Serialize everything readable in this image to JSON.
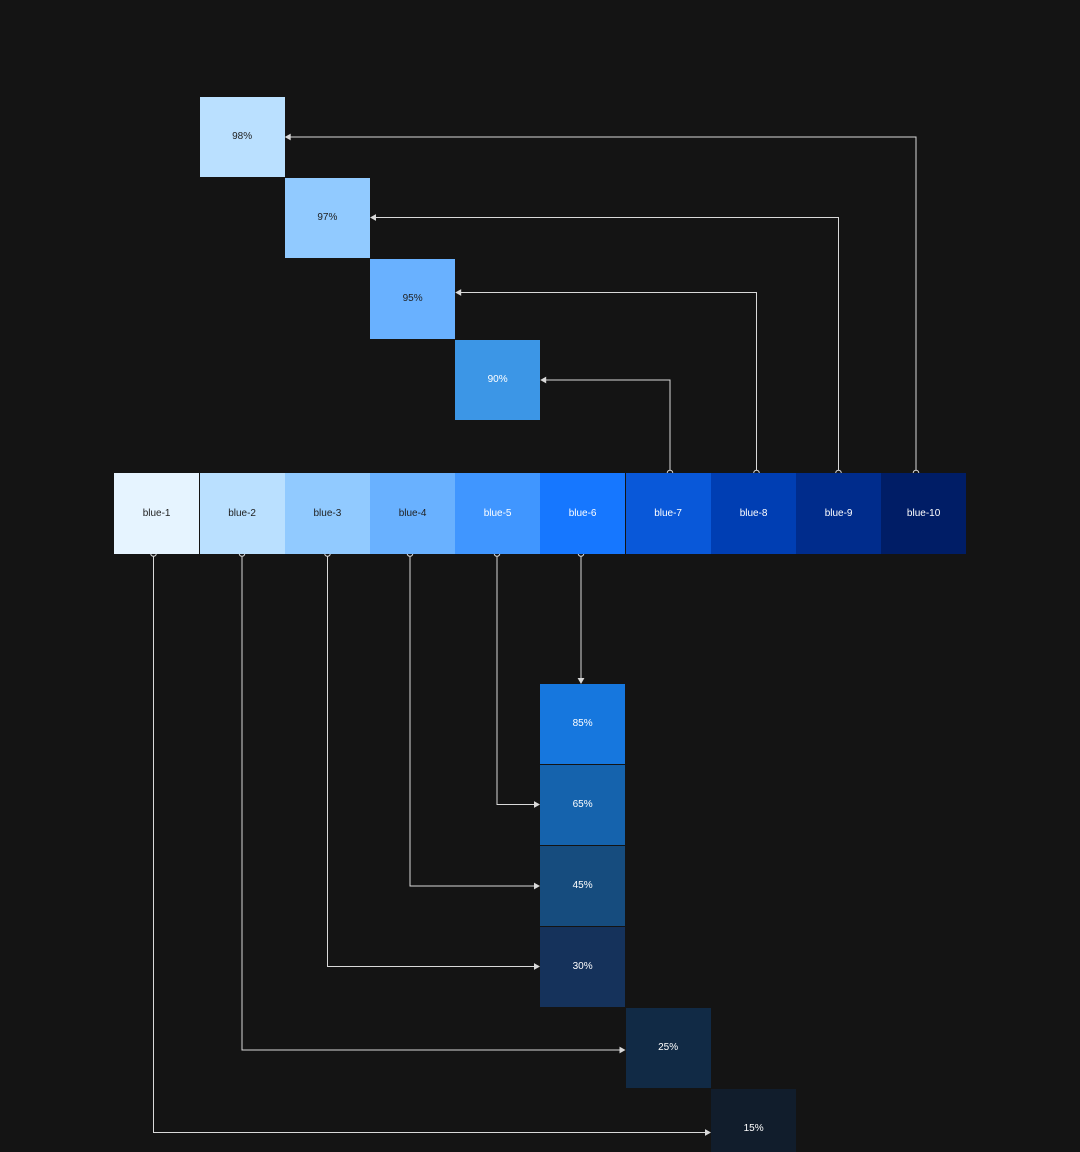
{
  "palette": [
    {
      "label": "blue-1",
      "color": "#E6F4FF",
      "text_color": "#1f1f1f"
    },
    {
      "label": "blue-2",
      "color": "#BAE0FF",
      "text_color": "#1f1f1f"
    },
    {
      "label": "blue-3",
      "color": "#91CAFF",
      "text_color": "#1f1f1f"
    },
    {
      "label": "blue-4",
      "color": "#69B1FF",
      "text_color": "#1f1f1f"
    },
    {
      "label": "blue-5",
      "color": "#4096FF",
      "text_color": "#ffffff"
    },
    {
      "label": "blue-6",
      "color": "#1677FF",
      "text_color": "#ffffff"
    },
    {
      "label": "blue-7",
      "color": "#0958D9",
      "text_color": "#ffffff"
    },
    {
      "label": "blue-8",
      "color": "#003EB3",
      "text_color": "#ffffff"
    },
    {
      "label": "blue-9",
      "color": "#002C8C",
      "text_color": "#ffffff"
    },
    {
      "label": "blue-10",
      "color": "#001D66",
      "text_color": "#ffffff"
    }
  ],
  "upper_swatches": [
    {
      "label": "98%",
      "color": "#BAE0FF",
      "text_color": "#1f1f1f"
    },
    {
      "label": "97%",
      "color": "#91CAFF",
      "text_color": "#1f1f1f"
    },
    {
      "label": "95%",
      "color": "#69B1FF",
      "text_color": "#1f1f1f"
    },
    {
      "label": "90%",
      "color": "#3C96E6",
      "text_color": "#ffffff"
    }
  ],
  "lower_swatches": [
    {
      "label": "85%",
      "color": "#1677DE",
      "text_color": "#ffffff"
    },
    {
      "label": "65%",
      "color": "#1563AD",
      "text_color": "#ffffff"
    },
    {
      "label": "45%",
      "color": "#164C7E",
      "text_color": "#ffffff"
    },
    {
      "label": "30%",
      "color": "#15325B",
      "text_color": "#ffffff"
    },
    {
      "label": "25%",
      "color": "#112A45",
      "text_color": "#ffffff"
    },
    {
      "label": "15%",
      "color": "#111D2C",
      "text_color": "#ffffff"
    }
  ],
  "connector_color": "#d9d9d9",
  "background_color": "#141414"
}
